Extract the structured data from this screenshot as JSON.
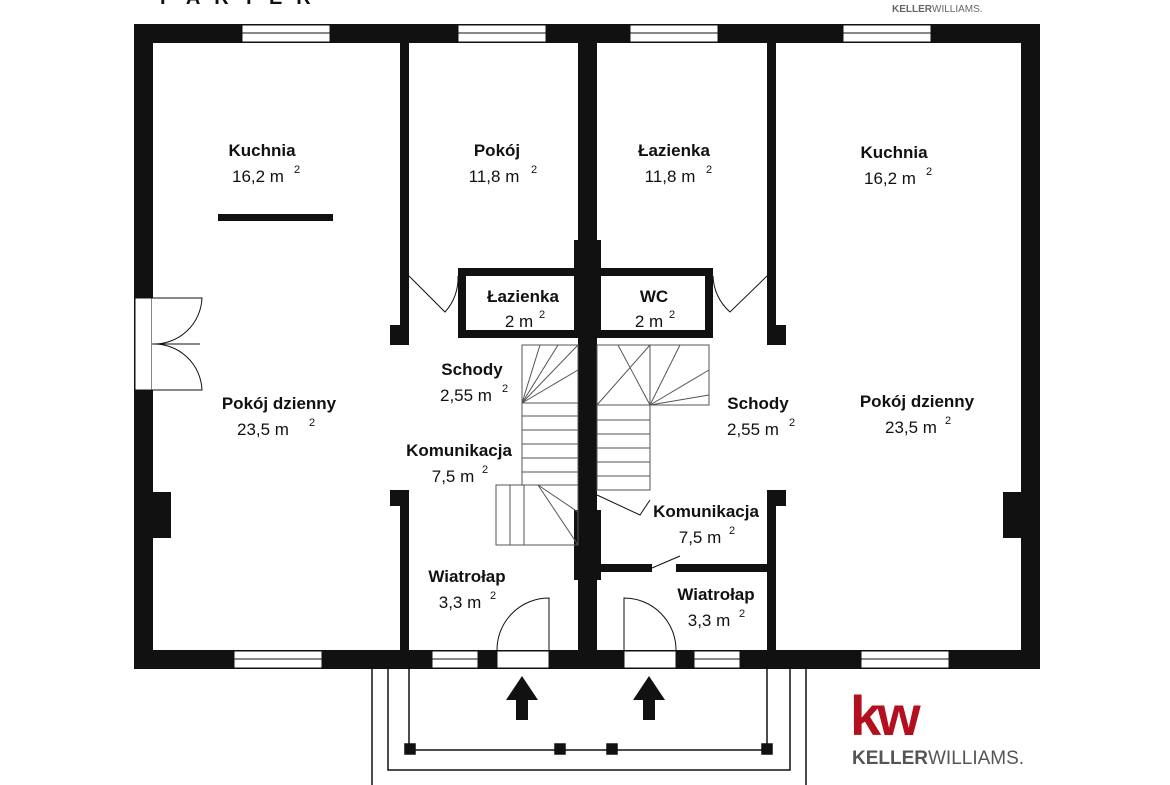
{
  "header": {
    "title": "PARTER"
  },
  "logo_top": {
    "text_bold": "KELLER",
    "text_regular": "WILLIAMS."
  },
  "logo": {
    "mark": "kw",
    "text_bold": "KELLER",
    "text_regular": "WILLIAMS.",
    "color": "#b40f1e"
  },
  "rooms": {
    "kuchnia_left": {
      "name": "Kuchnia",
      "area": "16,2 m",
      "unit_sup": "2"
    },
    "pokoj": {
      "name": "Pokój",
      "area": "11,8 m",
      "unit_sup": "2"
    },
    "lazienka_top": {
      "name": "Łazienka",
      "area": "11,8 m",
      "unit_sup": "2"
    },
    "kuchnia_right": {
      "name": "Kuchnia",
      "area": "16,2 m",
      "unit_sup": "2"
    },
    "lazienka_small": {
      "name": "Łazienka",
      "area": "2 m",
      "unit_sup": "2"
    },
    "wc": {
      "name": "WC",
      "area": "2 m",
      "unit_sup": "2"
    },
    "schody_left": {
      "name": "Schody",
      "area": "2,55 m",
      "unit_sup": "2"
    },
    "schody_right": {
      "name": "Schody",
      "area": "2,55 m",
      "unit_sup": "2"
    },
    "pokoj_dzienny_left": {
      "name": "Pokój dzienny",
      "area": "23,5 m",
      "unit_sup": "2"
    },
    "pokoj_dzienny_right": {
      "name": "Pokój dzienny",
      "area": "23,5 m",
      "unit_sup": "2"
    },
    "komunikacja_left": {
      "name": "Komunikacja",
      "area": "7,5 m",
      "unit_sup": "2"
    },
    "komunikacja_right": {
      "name": "Komunikacja",
      "area": "7,5 m",
      "unit_sup": "2"
    },
    "wiatrolap_left": {
      "name": "Wiatrołap",
      "area": "3,3 m",
      "unit_sup": "2"
    },
    "wiatrolap_right": {
      "name": "Wiatrołap",
      "area": "3,3 m",
      "unit_sup": "2"
    }
  },
  "icons": {
    "entry_arrow": "up-arrow-icon"
  },
  "colors": {
    "wall": "#111111",
    "brand_red": "#b40f1e"
  }
}
